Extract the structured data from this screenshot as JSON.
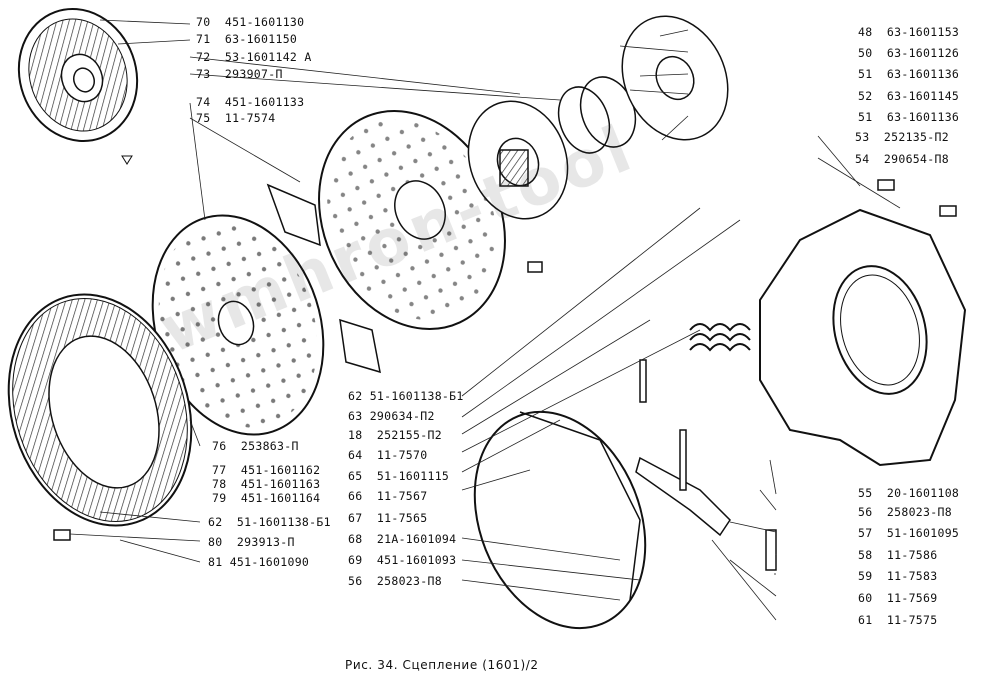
{
  "caption": "Рис. 34. Сцепление (1601)/2",
  "watermark": "wmhron-tool",
  "callouts": [
    {
      "num": "70",
      "part": "451-1601130"
    },
    {
      "num": "71",
      "part": "63-1601150"
    },
    {
      "num": "72",
      "part": "53-1601142 А"
    },
    {
      "num": "73",
      "part": "293907-П"
    },
    {
      "num": "74",
      "part": "451-1601133"
    },
    {
      "num": "75",
      "part": "11-7574"
    },
    {
      "num": "48",
      "part": "63-1601153"
    },
    {
      "num": "50",
      "part": "63-1601126"
    },
    {
      "num": "51",
      "part": "63-1601136"
    },
    {
      "num": "52",
      "part": "63-1601145"
    },
    {
      "num": "51",
      "part": "63-1601136"
    },
    {
      "num": "53",
      "part": "252135-П2"
    },
    {
      "num": "54",
      "part": "290654-П8"
    },
    {
      "num": "62",
      "part": "51-1601138-Б1"
    },
    {
      "num": "63",
      "part": "290634-П2"
    },
    {
      "num": "18",
      "part": "252155-П2"
    },
    {
      "num": "64",
      "part": "11-7570"
    },
    {
      "num": "65",
      "part": "51-1601115"
    },
    {
      "num": "66",
      "part": "11-7567"
    },
    {
      "num": "67",
      "part": "11-7565"
    },
    {
      "num": "68",
      "part": "21А-1601094"
    },
    {
      "num": "69",
      "part": "451-1601093"
    },
    {
      "num": "56",
      "part": "258023-П8"
    },
    {
      "num": "76",
      "part": "253863-П"
    },
    {
      "num": "77",
      "part": "451-1601162"
    },
    {
      "num": "78",
      "part": "451-1601163"
    },
    {
      "num": "79",
      "part": "451-1601164"
    },
    {
      "num": "62",
      "part": "51-1601138-Б1"
    },
    {
      "num": "80",
      "part": "293913-П"
    },
    {
      "num": "81",
      "part": "451-1601090"
    },
    {
      "num": "55",
      "part": "20-1601108"
    },
    {
      "num": "56",
      "part": "258023-П8"
    },
    {
      "num": "57",
      "part": "51-1601095"
    },
    {
      "num": "58",
      "part": "11-7586"
    },
    {
      "num": "59",
      "part": "11-7583"
    },
    {
      "num": "60",
      "part": "11-7569"
    },
    {
      "num": "61",
      "part": "11-7575"
    }
  ]
}
